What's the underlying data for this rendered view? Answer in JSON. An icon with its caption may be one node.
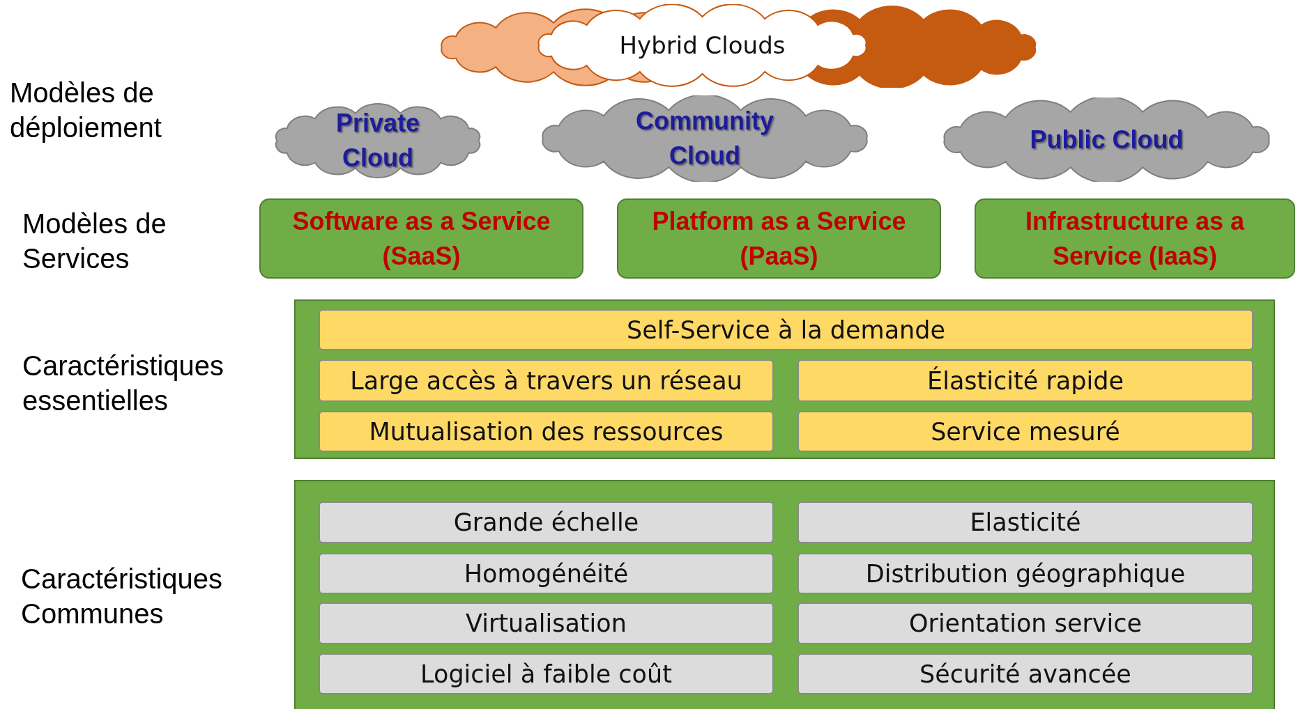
{
  "diagram": {
    "nodes": [
      {
        "text": [
          "Hybrid Clouds"
        ]
      },
      {
        "text": [
          "Private Cloud"
        ]
      },
      {
        "text": [
          "Community Cloud"
        ]
      },
      {
        "text": [
          "Public Cloud"
        ]
      },
      {
        "text": [
          "Software as a Service (SaaS)"
        ]
      },
      {
        "text": [
          "Platform as a Service (PaaS)"
        ]
      },
      {
        "text": [
          "Infrastructure as a Service (IaaS)"
        ]
      },
      {
        "text": [],
        "shape": "box"
      },
      {
        "text": [
          "Self-Service à la demande"
        ],
        "in": 7
      },
      {
        "text": [
          "Large accès à travers un réseau"
        ],
        "in": 7
      },
      {
        "text": [
          "Élasticité rapide"
        ],
        "in": 7
      },
      {
        "text": [
          "Mutualisation des ressources"
        ],
        "in": 7
      },
      {
        "text": [
          "Service mesuré"
        ],
        "in": 7
      },
      {
        "text": [],
        "shape": "box"
      },
      {
        "text": [
          "Grande échelle"
        ],
        "in": 13
      },
      {
        "text": [
          "Elasticité"
        ],
        "in": 13
      },
      {
        "text": [
          "Homogénéité"
        ],
        "in": 13
      },
      {
        "text": [
          "Distribution géographique"
        ],
        "in": 13
      },
      {
        "text": [
          "Virtualisation"
        ],
        "in": 13
      },
      {
        "text": [
          "Orientation service"
        ],
        "in": 13
      },
      {
        "text": [
          "Logiciel à faible coût"
        ],
        "in": 13
      },
      {
        "text": [
          "Sécurité avancée"
        ],
        "in": 13
      }
    ],
    "edges": [],
    "labels": [
      "Modèles de déploiement",
      "Modèles de Services",
      "Caractéristiques essentielles",
      "Caractéristiques Communes"
    ]
  }
}
